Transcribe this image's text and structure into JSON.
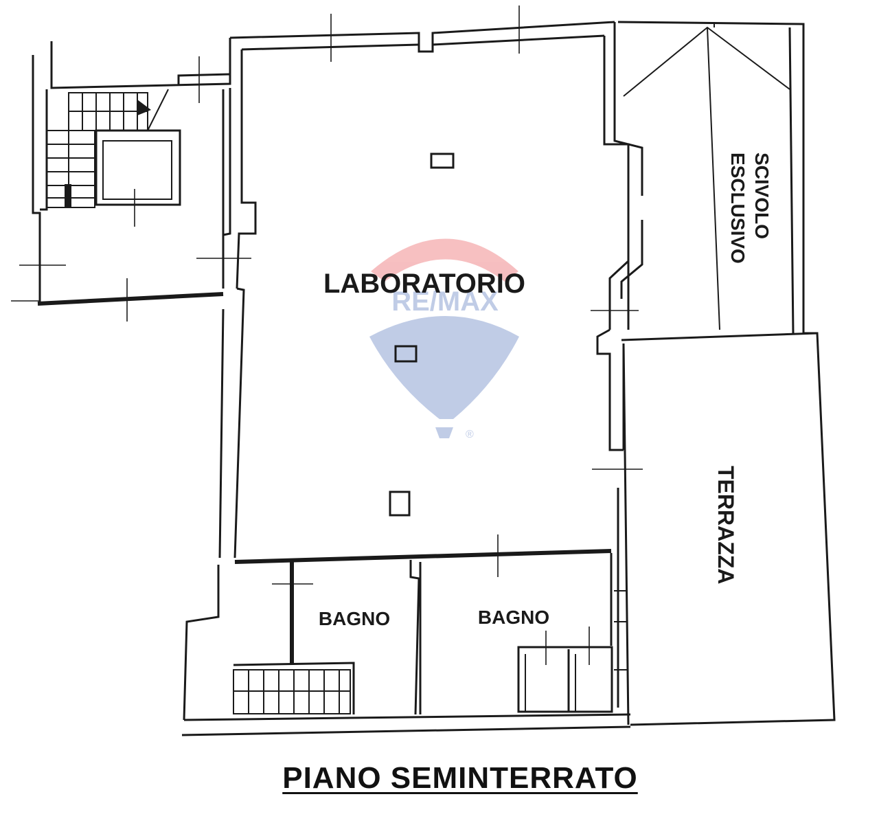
{
  "plan": {
    "title": "PIANO SEMINTERRATO",
    "rooms": {
      "laboratorio": "LABORATORIO",
      "scivolo_line1": "SCIVOLO",
      "scivolo_line2": "ESCLUSIVO",
      "terrazza": "TERRAZZA",
      "bagno_left": "BAGNO",
      "bagno_right": "BAGNO"
    },
    "watermark": {
      "brand": "RE/MAX",
      "mark": "®",
      "colors": {
        "red": "#e11b22",
        "blue": "#1f4aa8"
      }
    }
  }
}
